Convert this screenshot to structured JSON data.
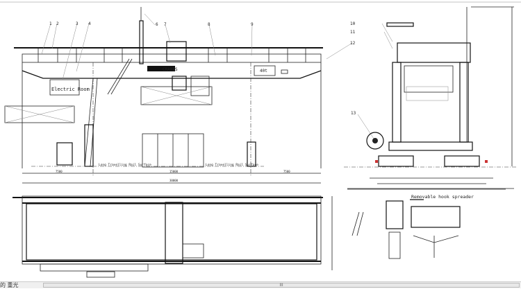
{
  "drawing": {
    "callouts": [
      "1",
      "2",
      "3",
      "4",
      "6",
      "7",
      "8",
      "9",
      "10",
      "11",
      "12",
      "13"
    ],
    "electric_room_label": "Electric Room",
    "rail_label_left": "Long Travelling Rail Surface",
    "rail_label_right": "Long Travelling Rail Surface",
    "brand_label": "CRANES",
    "capacity_label": "40t",
    "span_dims": [
      "7500",
      "15000",
      "7500"
    ],
    "total_dim": "30000",
    "spreader_title": "Removable hook spreader"
  },
  "statusbar": {
    "left_text": "的 重光",
    "thumb_grip": "III"
  }
}
